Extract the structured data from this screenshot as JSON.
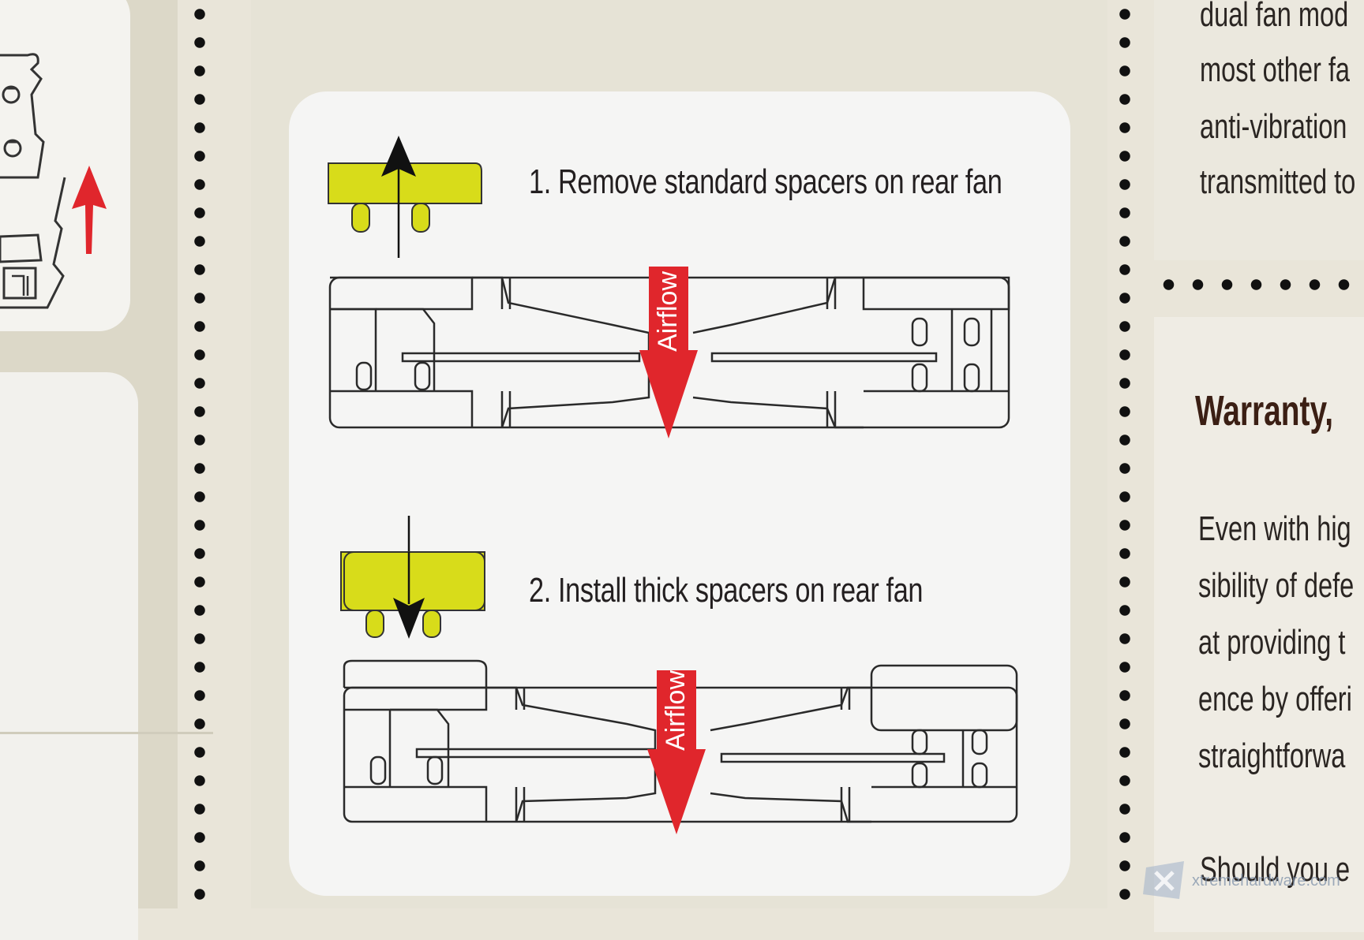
{
  "instructions": {
    "step1": "1. Remove standard spacers on rear fan",
    "step2": "2. Install thick spacers on rear fan",
    "airflow_label": "Airflow"
  },
  "right_column": {
    "intro_lines": [
      "dual fan mod",
      "most other fa",
      "anti-vibration",
      "transmitted to"
    ],
    "heading": "Warranty,",
    "body_lines": [
      "Even with hig",
      "sibility of defe",
      "at providing t",
      "ence by offeri",
      "straightforwa"
    ],
    "last_line": "Should you e"
  },
  "watermark": "xtremehardware.com",
  "colors": {
    "spacer_yellow": "#d8dc1a",
    "airflow_red": "#e0262c",
    "ink": "#231f20",
    "card_white": "#f5f5f4"
  },
  "icons": [
    "spacer-remove-icon",
    "spacer-install-icon",
    "heatsink-diagram-icon",
    "airflow-arrow-icon",
    "red-up-arrow-icon"
  ]
}
